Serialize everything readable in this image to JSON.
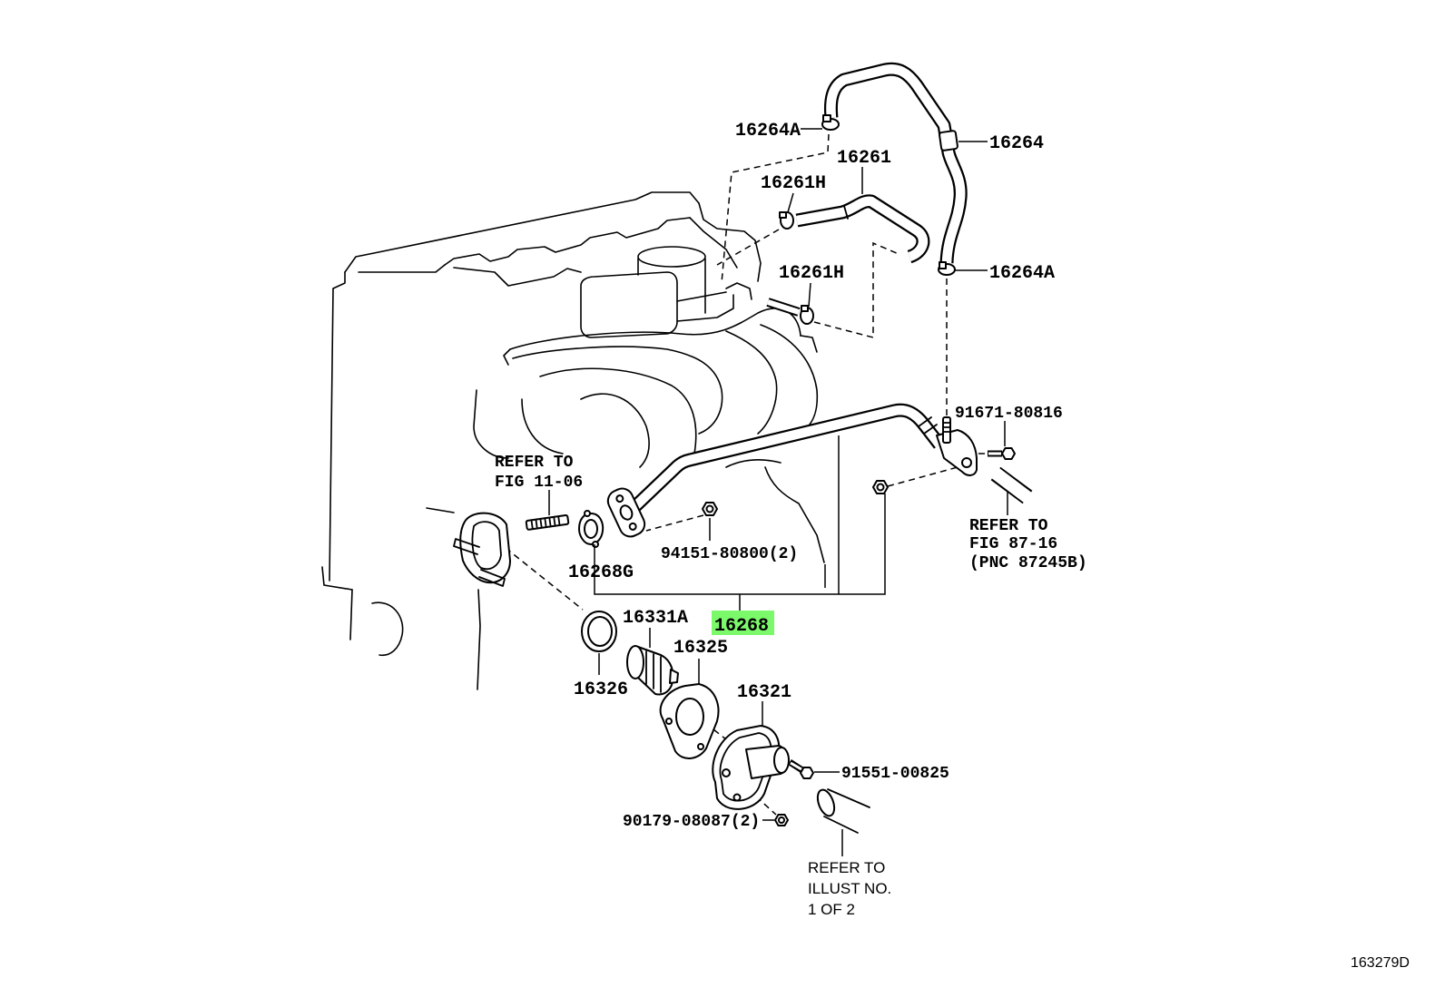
{
  "figure_id": "163279D",
  "colors": {
    "highlight": "#7CF86B"
  },
  "callouts": {
    "p16264A_upper": "16264A",
    "p16264": "16264",
    "p16261": "16261",
    "p16261H_upper": "16261H",
    "p16264A_lower": "16264A",
    "p16261H_lower": "16261H",
    "p91671_80816": "91671-80816",
    "p94151_80800": "94151-80800(2)",
    "p16268G": "16268G",
    "p16268": "16268",
    "p16331A": "16331A",
    "p16325": "16325",
    "p16326": "16326",
    "p16321": "16321",
    "p91551_00825": "91551-00825",
    "p90179_08087": "90179-08087(2)"
  },
  "refer_notes": {
    "fig_11_06": [
      "REFER TO",
      "FIG 11-06"
    ],
    "fig_87_16": [
      "REFER TO",
      "FIG 87-16",
      "(PNC 87245B)"
    ],
    "illust_1_of_2": [
      "REFER TO",
      "ILLUST NO.",
      "1 OF 2"
    ]
  }
}
